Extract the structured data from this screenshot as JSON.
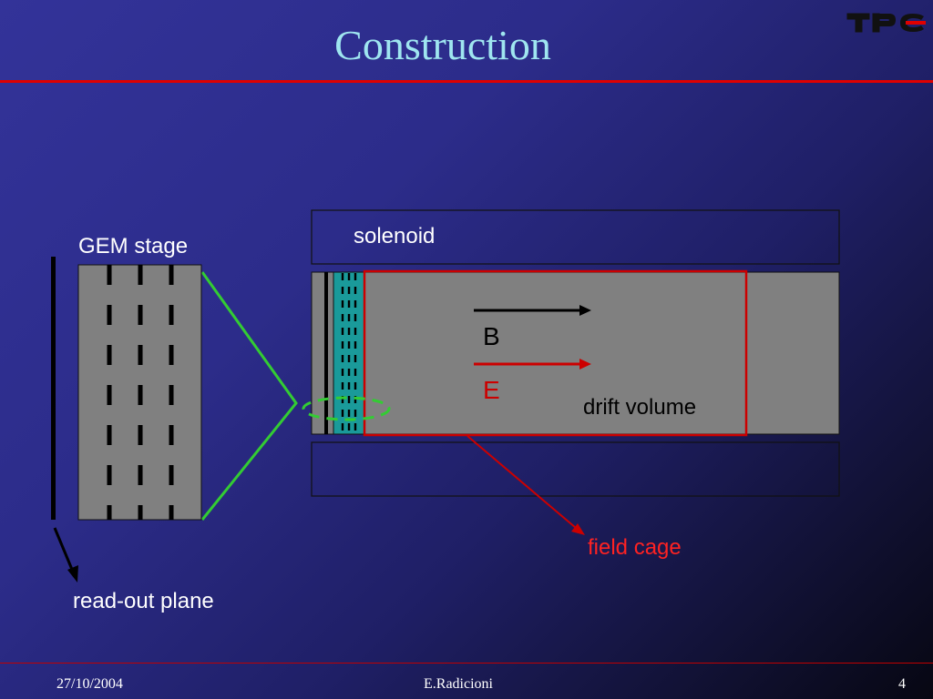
{
  "slide": {
    "title": "Construction",
    "footer": {
      "date": "27/10/2004",
      "author": "E.Radicioni",
      "page": "4"
    }
  },
  "logo": {
    "text": "TPC",
    "icon": "tpc-logo-icon"
  },
  "diagram": {
    "labels": {
      "solenoid": "solenoid",
      "gem_stage": "GEM stage",
      "b_field": "B",
      "e_field": "E",
      "drift_volume": "drift volume",
      "field_cage": "field cage",
      "readout_plane": "read-out plane"
    }
  },
  "colors": {
    "title": "#9fe6f0",
    "rule": "#e00000",
    "detector_gray": "#808080",
    "gem_teal": "#1a9a9a",
    "zoom_green": "#33cc33",
    "field_cage_red": "#cc0000"
  }
}
